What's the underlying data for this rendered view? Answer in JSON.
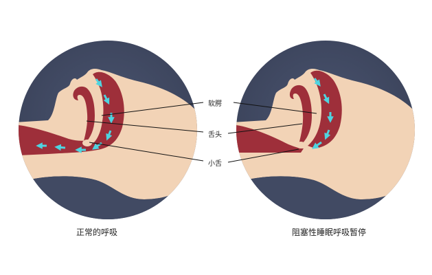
{
  "diagram": {
    "colors": {
      "background_circle": "#414a63",
      "skin": "#f2d3b6",
      "airway": "#9e2f3a",
      "arrow": "#4fd4e0",
      "leader_line": "#111111"
    },
    "panels": [
      {
        "id": "normal",
        "caption": "正常的呼吸",
        "airflow": "open"
      },
      {
        "id": "apnea",
        "caption": "阻塞性睡眠呼吸暂停",
        "airflow": "obstructed"
      }
    ],
    "labels": [
      {
        "id": "soft-palate",
        "text": "软腭"
      },
      {
        "id": "tongue",
        "text": "舌头"
      },
      {
        "id": "uvula",
        "text": "小舌"
      }
    ],
    "icons": [
      "airflow-arrow-icon"
    ]
  }
}
